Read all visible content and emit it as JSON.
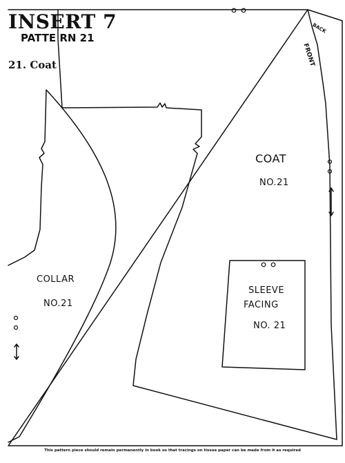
{
  "header": {
    "insert_title": "INSERT 7",
    "pattern_subtitle": "PATTE RN 21",
    "piece_heading": "21. Coat"
  },
  "pieces": {
    "coat": {
      "name": "COAT",
      "number": "NO.21"
    },
    "collar": {
      "name": "COLLAR",
      "number": "NO.21"
    },
    "sleeve_facing": {
      "name_line1": "SLEEVE",
      "name_line2": "FACING",
      "number": "NO. 21"
    }
  },
  "edge_labels": {
    "back": "BACK",
    "front": "FRONT"
  },
  "footer": {
    "note": "This pattern piece should remain permanently in book so that tracings on tissue paper can be made from it as required"
  },
  "colors": {
    "ink": "#111111",
    "paper": "#ffffff"
  },
  "icons": [
    "punch-hole-icon",
    "grainline-arrow-icon"
  ]
}
